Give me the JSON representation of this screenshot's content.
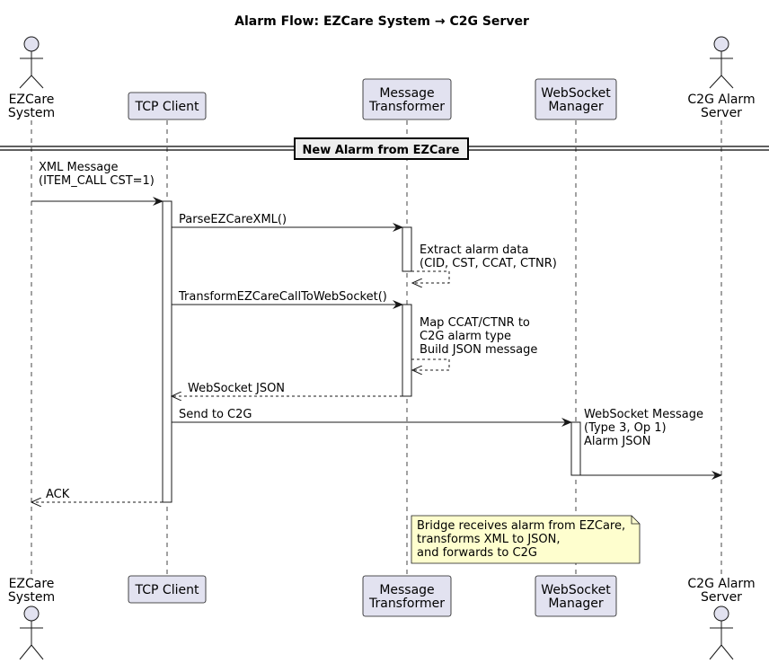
{
  "title": "Alarm Flow: EZCare System → C2G Server",
  "participants": [
    {
      "id": "ezcare",
      "kind": "actor",
      "lines": [
        "EZCare",
        "System"
      ]
    },
    {
      "id": "tcp",
      "kind": "box",
      "lines": [
        "TCP Client"
      ]
    },
    {
      "id": "transformer",
      "kind": "box",
      "lines": [
        "Message",
        "Transformer"
      ]
    },
    {
      "id": "wsm",
      "kind": "box",
      "lines": [
        "WebSocket",
        "Manager"
      ]
    },
    {
      "id": "c2g",
      "kind": "actor",
      "lines": [
        "C2G Alarm",
        "Server"
      ]
    }
  ],
  "separator": {
    "label": "New Alarm from EZCare"
  },
  "messages": [
    {
      "from": "ezcare",
      "to": "tcp",
      "style": "solid",
      "lines": [
        "XML Message",
        "(ITEM_CALL CST=1)"
      ]
    },
    {
      "from": "tcp",
      "to": "transformer",
      "style": "solid",
      "lines": [
        "ParseEZCareXML()"
      ]
    },
    {
      "from": "transformer",
      "to": "transformer",
      "style": "dashed",
      "lines": [
        "Extract alarm data",
        "(CID, CST, CCAT, CTNR)"
      ]
    },
    {
      "from": "tcp",
      "to": "transformer",
      "style": "solid",
      "lines": [
        "TransformEZCareCallToWebSocket()"
      ]
    },
    {
      "from": "transformer",
      "to": "transformer",
      "style": "dashed",
      "lines": [
        "Map CCAT/CTNR to",
        "C2G alarm type",
        "Build JSON message"
      ]
    },
    {
      "from": "transformer",
      "to": "tcp",
      "style": "dashed",
      "lines": [
        "WebSocket JSON"
      ]
    },
    {
      "from": "tcp",
      "to": "wsm",
      "style": "solid",
      "lines": [
        "Send to C2G"
      ]
    },
    {
      "from": "wsm",
      "to": "c2g",
      "style": "solid",
      "lines": [
        "WebSocket Message",
        "(Type 3, Op 1)",
        "Alarm JSON"
      ]
    },
    {
      "from": "tcp",
      "to": "ezcare",
      "style": "dashed",
      "lines": [
        "ACK"
      ]
    }
  ],
  "note": {
    "lines": [
      "Bridge receives alarm from EZCare,",
      "transforms XML to JSON,",
      "and forwards to C2G"
    ]
  },
  "colors": {
    "participant_fill": "#e2e2f0",
    "participant_border": "#181818",
    "lifeline": "#181818",
    "activation_fill": "#ffffff",
    "note_fill": "#fefece",
    "separator_fill": "#eeeeee"
  }
}
